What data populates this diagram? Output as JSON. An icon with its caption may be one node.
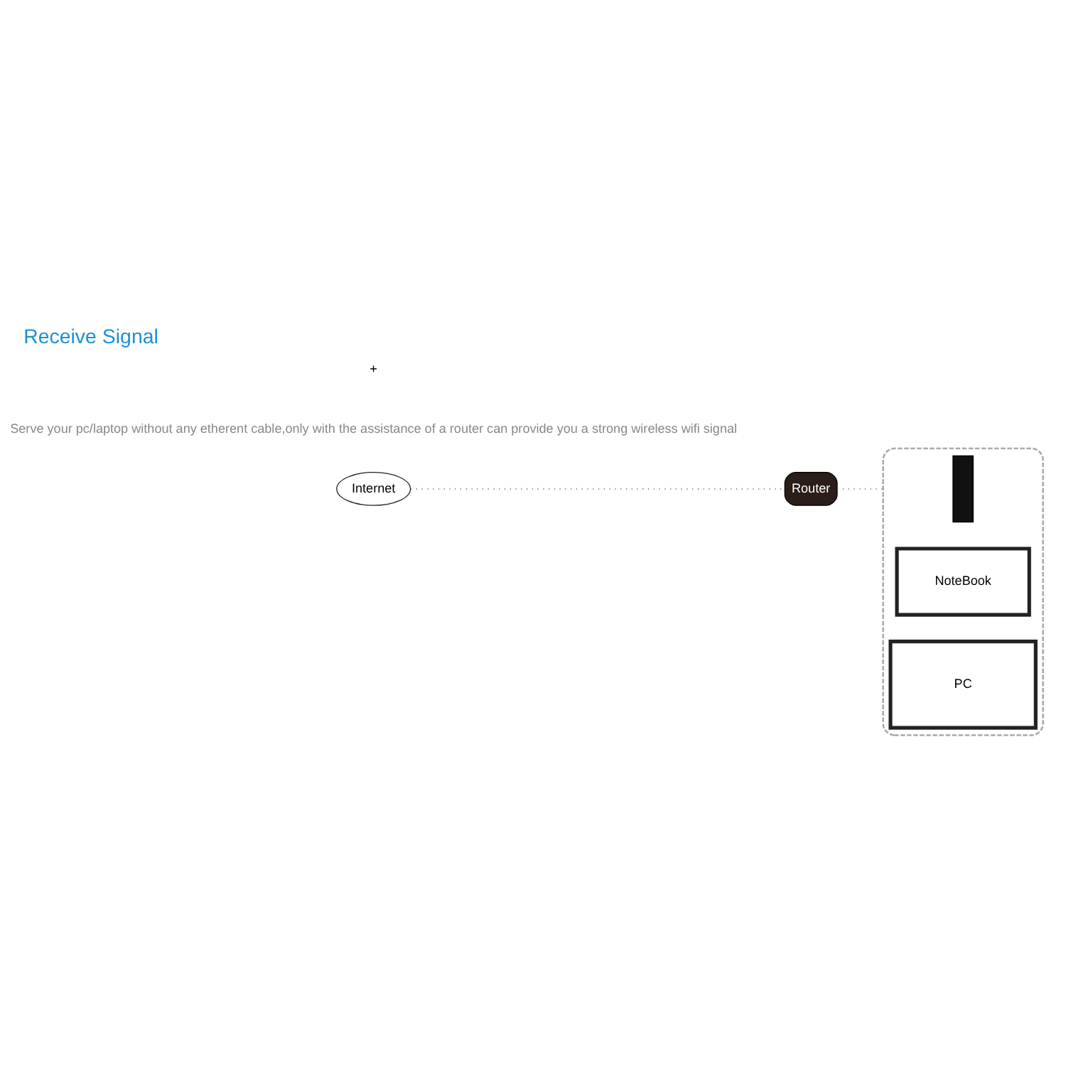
{
  "diagram": {
    "title": "Receive Signal",
    "nodes": [
      {
        "text": [
          "Internet"
        ]
      },
      {
        "text": [
          "Router"
        ]
      },
      {
        "text": [],
        "shape": "box"
      },
      {
        "text": [],
        "shape": "box",
        "in": 2
      },
      {
        "text": [
          "NoteBook"
        ],
        "in": 2
      },
      {
        "text": [
          "PC"
        ],
        "in": 2
      }
    ],
    "edges": [
      {
        "from": 0,
        "to": 1,
        "arrow": "none",
        "style": "dashed"
      },
      {
        "from": 1,
        "to": 2,
        "arrow": "none",
        "style": "dashed"
      }
    ],
    "labels": [
      "Serve your pc/laptop without any etherent cable,only with the assistance of a router can provide you a strong wireless wifi signal",
      "+"
    ]
  }
}
